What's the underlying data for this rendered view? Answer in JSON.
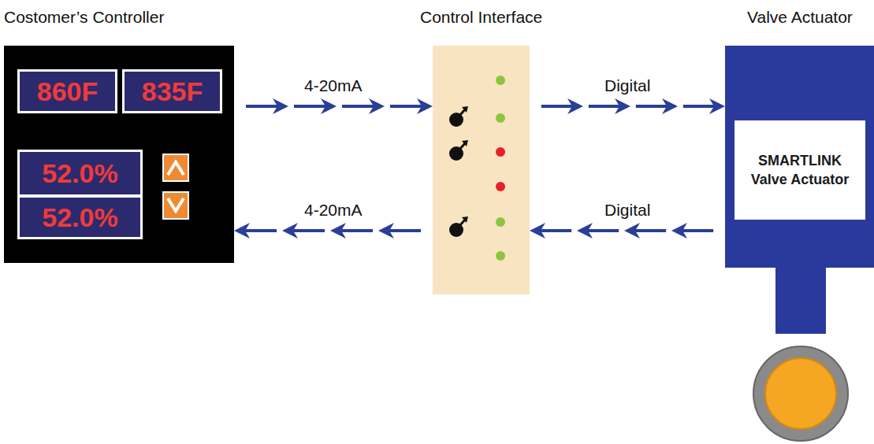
{
  "diagram": {
    "nodes": [
      {
        "text": [
          "Costomer’s  Controller"
        ]
      },
      {
        "text": [
          "860F"
        ],
        "in": 0
      },
      {
        "text": [
          "835F"
        ],
        "in": 0
      },
      {
        "text": [
          "52.0%"
        ],
        "in": 0
      },
      {
        "text": [
          "52.0%"
        ],
        "in": 0
      },
      {
        "text": [
          "Control Interface"
        ]
      },
      {
        "text": [
          "Valve Actuator"
        ]
      },
      {
        "text": [
          "SMARTLINK Valve Actuator"
        ],
        "in": 6
      }
    ],
    "edges": [
      {
        "from": 0,
        "to": 5,
        "label": "4-20mA",
        "arrow": "to"
      },
      {
        "from": 5,
        "to": 6,
        "label": "Digital",
        "arrow": "to"
      },
      {
        "from": 6,
        "to": 5,
        "label": "Digital",
        "arrow": "to"
      },
      {
        "from": 5,
        "to": 0,
        "label": "4-20mA",
        "arrow": "to"
      }
    ]
  }
}
